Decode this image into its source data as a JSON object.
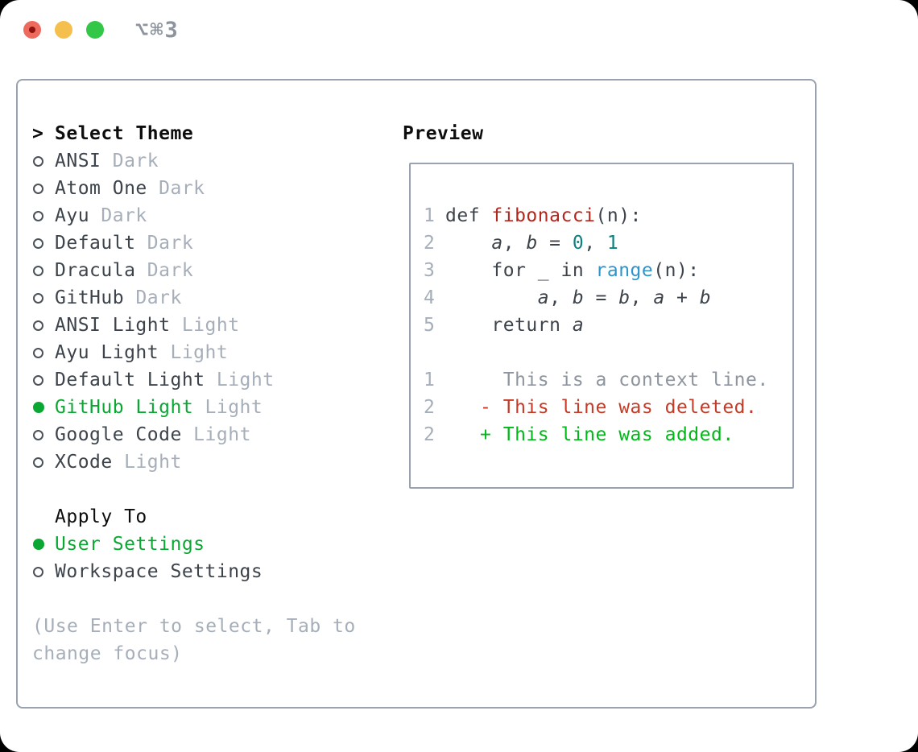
{
  "titlebar": {
    "shortcut": "⌥⌘3",
    "buttons": [
      "close",
      "minimize",
      "zoom"
    ]
  },
  "colors": {
    "accent_green": "#0aa732",
    "added_green": "#00b818",
    "deleted_red": "#c43a26",
    "function_red": "#b3261b",
    "number_teal": "#0e8080",
    "builtin_blue": "#2e95cc",
    "code_text": "#3d434b",
    "context_gray": "#8e959f",
    "muted_gray": "#a6aeb9",
    "border_gray": "#99a2ae",
    "traffic_red": "#ee6a5e",
    "traffic_yellow": "#f5bf4e",
    "traffic_green": "#33c748"
  },
  "theme_list": {
    "header": "Select Theme",
    "items": [
      {
        "name": "ANSI",
        "variant": "Dark",
        "selected": false
      },
      {
        "name": "Atom One",
        "variant": "Dark",
        "selected": false
      },
      {
        "name": "Ayu",
        "variant": "Dark",
        "selected": false
      },
      {
        "name": "Default",
        "variant": "Dark",
        "selected": false
      },
      {
        "name": "Dracula",
        "variant": "Dark",
        "selected": false
      },
      {
        "name": "GitHub",
        "variant": "Dark",
        "selected": false
      },
      {
        "name": "ANSI Light",
        "variant": "Light",
        "selected": false
      },
      {
        "name": "Ayu Light",
        "variant": "Light",
        "selected": false
      },
      {
        "name": "Default Light",
        "variant": "Light",
        "selected": false
      },
      {
        "name": "GitHub Light",
        "variant": "Light",
        "selected": true
      },
      {
        "name": "Google Code",
        "variant": "Light",
        "selected": false
      },
      {
        "name": "XCode",
        "variant": "Light",
        "selected": false
      }
    ]
  },
  "apply_to": {
    "header": "Apply To",
    "options": [
      {
        "label": "User Settings",
        "selected": true
      },
      {
        "label": "Workspace Settings",
        "selected": false
      }
    ]
  },
  "hint": "(Use Enter to select, Tab to change focus)",
  "preview": {
    "header": "Preview",
    "code_lines": [
      {
        "num": "1",
        "segments": [
          {
            "text": "def ",
            "style": "plain"
          },
          {
            "text": "fibonacci",
            "style": "func"
          },
          {
            "text": "(n):",
            "style": "plain"
          }
        ]
      },
      {
        "num": "2",
        "segments": [
          {
            "text": "    ",
            "style": "plain"
          },
          {
            "text": "a",
            "style": "var"
          },
          {
            "text": ", ",
            "style": "plain"
          },
          {
            "text": "b",
            "style": "var"
          },
          {
            "text": " = ",
            "style": "plain"
          },
          {
            "text": "0",
            "style": "num"
          },
          {
            "text": ", ",
            "style": "plain"
          },
          {
            "text": "1",
            "style": "num"
          }
        ]
      },
      {
        "num": "3",
        "segments": [
          {
            "text": "    for _ in ",
            "style": "plain"
          },
          {
            "text": "range",
            "style": "builtin"
          },
          {
            "text": "(n):",
            "style": "plain"
          }
        ]
      },
      {
        "num": "4",
        "segments": [
          {
            "text": "        ",
            "style": "plain"
          },
          {
            "text": "a",
            "style": "var"
          },
          {
            "text": ", ",
            "style": "plain"
          },
          {
            "text": "b",
            "style": "var"
          },
          {
            "text": " = ",
            "style": "plain"
          },
          {
            "text": "b",
            "style": "var"
          },
          {
            "text": ", ",
            "style": "plain"
          },
          {
            "text": "a",
            "style": "var"
          },
          {
            "text": " + ",
            "style": "plain"
          },
          {
            "text": "b",
            "style": "var"
          }
        ]
      },
      {
        "num": "5",
        "segments": [
          {
            "text": "    return ",
            "style": "plain"
          },
          {
            "text": "a",
            "style": "var"
          }
        ]
      }
    ],
    "diff_lines": [
      {
        "num": "1",
        "type": "context",
        "text": "     This is a context line."
      },
      {
        "num": "2",
        "type": "deleted",
        "text": "   - This line was deleted."
      },
      {
        "num": "2",
        "type": "added",
        "text": "   + This line was added."
      }
    ]
  }
}
